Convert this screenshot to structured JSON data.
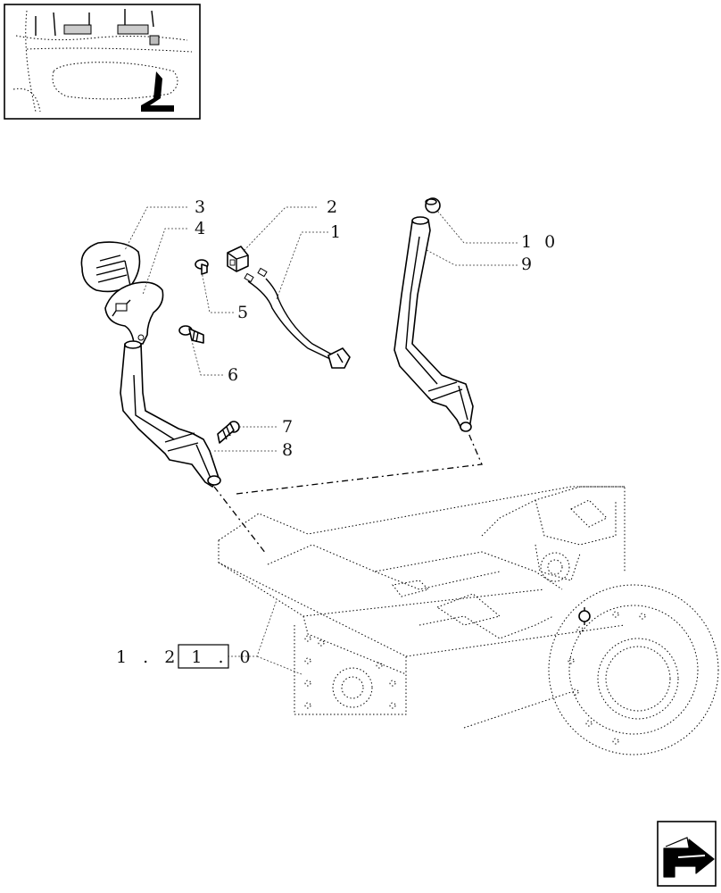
{
  "callouts": [
    {
      "id": "1",
      "text": "1"
    },
    {
      "id": "2",
      "text": "2"
    },
    {
      "id": "3",
      "text": "3"
    },
    {
      "id": "4",
      "text": "4"
    },
    {
      "id": "5",
      "text": "5"
    },
    {
      "id": "6",
      "text": "6"
    },
    {
      "id": "7",
      "text": "7"
    },
    {
      "id": "8",
      "text": "8"
    },
    {
      "id": "9",
      "text": "9"
    },
    {
      "id": "10",
      "text": "1 0"
    }
  ],
  "reference": {
    "text": "1 . 2 1 . 0"
  },
  "nav_icon": "next-page-arrow-icon"
}
